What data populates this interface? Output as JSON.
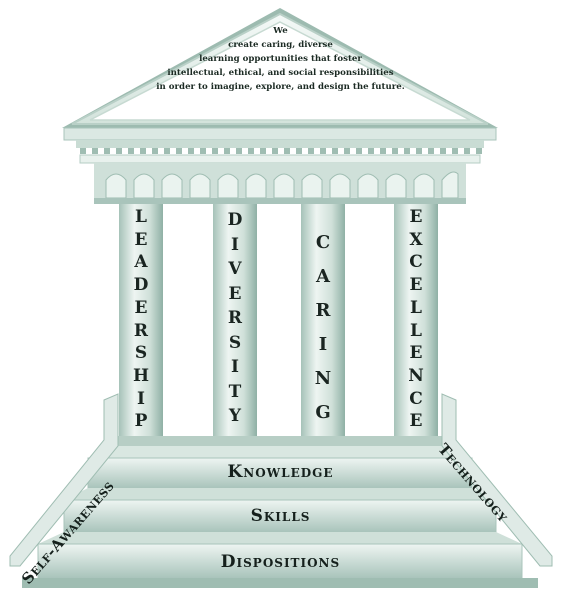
{
  "mission_lines": [
    "We",
    "create caring, diverse",
    "learning opportunities that foster",
    "intellectual, ethical, and social responsibilities",
    "in order to imagine, explore, and design the future."
  ],
  "pillars": [
    {
      "letters": [
        "L",
        "E",
        "A",
        "D",
        "E",
        "R",
        "S",
        "H",
        "I",
        "P"
      ]
    },
    {
      "letters": [
        "D",
        "I",
        "V",
        "E",
        "R",
        "S",
        "I",
        "T",
        "Y"
      ]
    },
    {
      "letters": [
        "C",
        "A",
        "R",
        "I",
        "N",
        "G"
      ]
    },
    {
      "letters": [
        "E",
        "X",
        "C",
        "E",
        "L",
        "L",
        "E",
        "N",
        "C",
        "E"
      ]
    }
  ],
  "steps": [
    "Knowledge",
    "Skills",
    "Dispositions"
  ],
  "railings": {
    "left": "Self-Awareness",
    "right": "Technology"
  },
  "colors": {
    "stone": "#d9e6e1",
    "shade": "#a9c4bb",
    "dark": "#7fa398",
    "text": "#15201c"
  }
}
